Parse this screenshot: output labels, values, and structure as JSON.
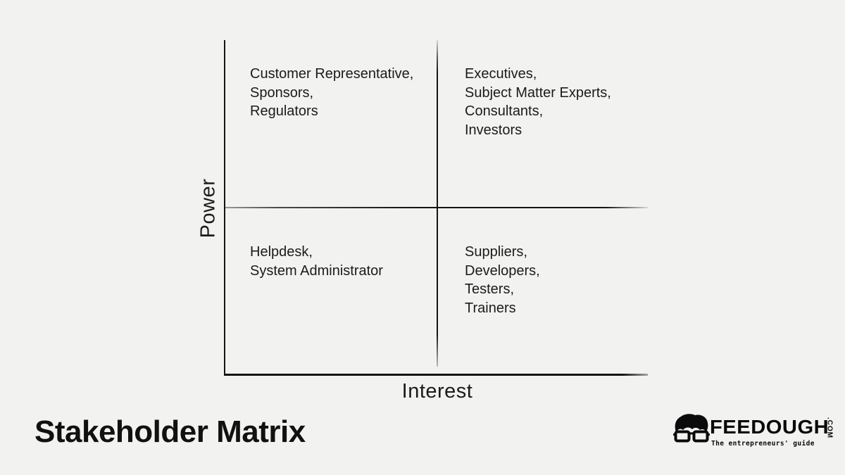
{
  "title": "Stakeholder Matrix",
  "matrix": {
    "y_axis_label": "Power",
    "x_axis_label": "Interest",
    "quadrants": {
      "top_left": [
        "Customer Representative,",
        "Sponsors,",
        "Regulators"
      ],
      "top_right": [
        "Executives,",
        "Subject Matter Experts,",
        "Consultants,",
        "Investors"
      ],
      "bottom_left": [
        "Helpdesk,",
        "System Administrator"
      ],
      "bottom_right": [
        "Suppliers,",
        "Developers,",
        "Testers,",
        "Trainers"
      ]
    }
  },
  "logo": {
    "brand": "FEEDOUGH",
    "tld": ".COM",
    "tagline": "The entrepreneurs' guide"
  },
  "colors": {
    "background": "#f2f2f1",
    "ink": "#1b1b1b",
    "logo_ink": "#0a0a0a"
  }
}
